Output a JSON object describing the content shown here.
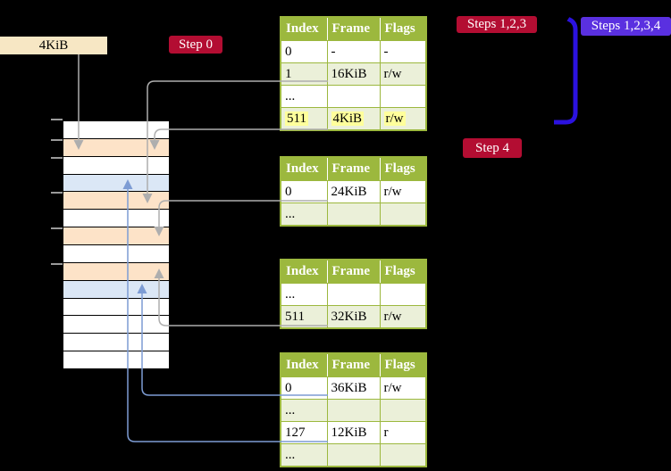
{
  "labels": {
    "memory_box": "4KiB",
    "step0": "Step 0",
    "steps_123": "Steps 1,2,3",
    "steps_1234": "Steps 1,2,3,4",
    "step4": "Step 4"
  },
  "colors": {
    "label_crimson": "#b30d32",
    "label_violet": "#5a30e0",
    "arrow_blue": "#2b12e0",
    "arrow_gray": "#aeaeae",
    "connector_steelblue": "#7d9cd4",
    "table_header_green": "#9cb83e",
    "table_row_green": "#ebf0d9",
    "highlight_yellow": "#ffff9c",
    "frame_peach": "#fde3c8",
    "frame_blue": "#dbe7f6",
    "frame_white": "#ffffff",
    "memory_label_bg": "#f7e7c4"
  },
  "memory_strip": {
    "rows": [
      "white",
      "peach",
      "white",
      "blue",
      "peach",
      "white",
      "peach",
      "white",
      "peach",
      "blue",
      "white",
      "white",
      "white",
      "white"
    ]
  },
  "page_tables": [
    {
      "name": "level-4-table",
      "headers": [
        "Index",
        "Frame",
        "Flags"
      ],
      "rows": [
        {
          "cells": [
            "0",
            "-",
            "-"
          ],
          "shaded": false,
          "highlighted": false
        },
        {
          "cells": [
            "1",
            "16KiB",
            "r/w"
          ],
          "shaded": true,
          "highlighted": false
        },
        {
          "cells": [
            "...",
            "",
            ""
          ],
          "shaded": false,
          "highlighted": false
        },
        {
          "cells": [
            "511",
            "4KiB",
            "r/w"
          ],
          "shaded": true,
          "highlighted": true
        }
      ]
    },
    {
      "name": "level-3-table",
      "headers": [
        "Index",
        "Frame",
        "Flags"
      ],
      "rows": [
        {
          "cells": [
            "0",
            "24KiB",
            "r/w"
          ],
          "shaded": false,
          "highlighted": false
        },
        {
          "cells": [
            "...",
            "",
            ""
          ],
          "shaded": true,
          "highlighted": false
        }
      ]
    },
    {
      "name": "level-2-table",
      "headers": [
        "Index",
        "Frame",
        "Flags"
      ],
      "rows": [
        {
          "cells": [
            "...",
            "",
            ""
          ],
          "shaded": false,
          "highlighted": false
        },
        {
          "cells": [
            "511",
            "32KiB",
            "r/w"
          ],
          "shaded": true,
          "highlighted": false
        }
      ]
    },
    {
      "name": "level-1-table",
      "headers": [
        "Index",
        "Frame",
        "Flags"
      ],
      "rows": [
        {
          "cells": [
            "0",
            "36KiB",
            "r/w"
          ],
          "shaded": false,
          "highlighted": false
        },
        {
          "cells": [
            "...",
            "",
            ""
          ],
          "shaded": true,
          "highlighted": false
        },
        {
          "cells": [
            "127",
            "12KiB",
            "r"
          ],
          "shaded": false,
          "highlighted": false
        },
        {
          "cells": [
            "...",
            "",
            ""
          ],
          "shaded": true,
          "highlighted": false
        }
      ]
    }
  ]
}
